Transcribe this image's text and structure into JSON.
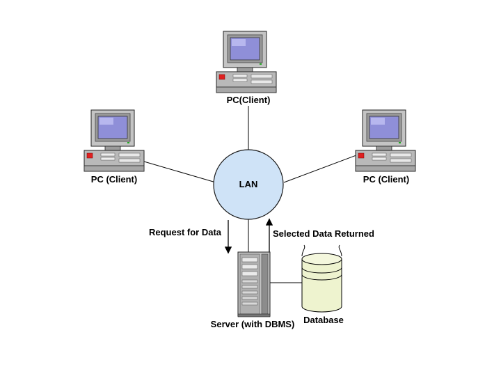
{
  "nodes": {
    "pc_top": {
      "label": "PC(Client)"
    },
    "pc_left": {
      "label": "PC (Client)"
    },
    "pc_right": {
      "label": "PC (Client)"
    },
    "lan": {
      "label": "LAN"
    },
    "server": {
      "label": "Server (with DBMS)"
    },
    "database": {
      "label": "Database"
    }
  },
  "edges": {
    "request": {
      "label": "Request for Data"
    },
    "returned": {
      "label": "Selected Data Returned"
    }
  },
  "colors": {
    "lan_fill": "#cfe3f7",
    "screen": "#8f8fd8",
    "case": "#b9b9b9",
    "case_dark": "#7a7a7a",
    "database_fill": "#eef3cf",
    "indicator_red": "#e02020"
  }
}
